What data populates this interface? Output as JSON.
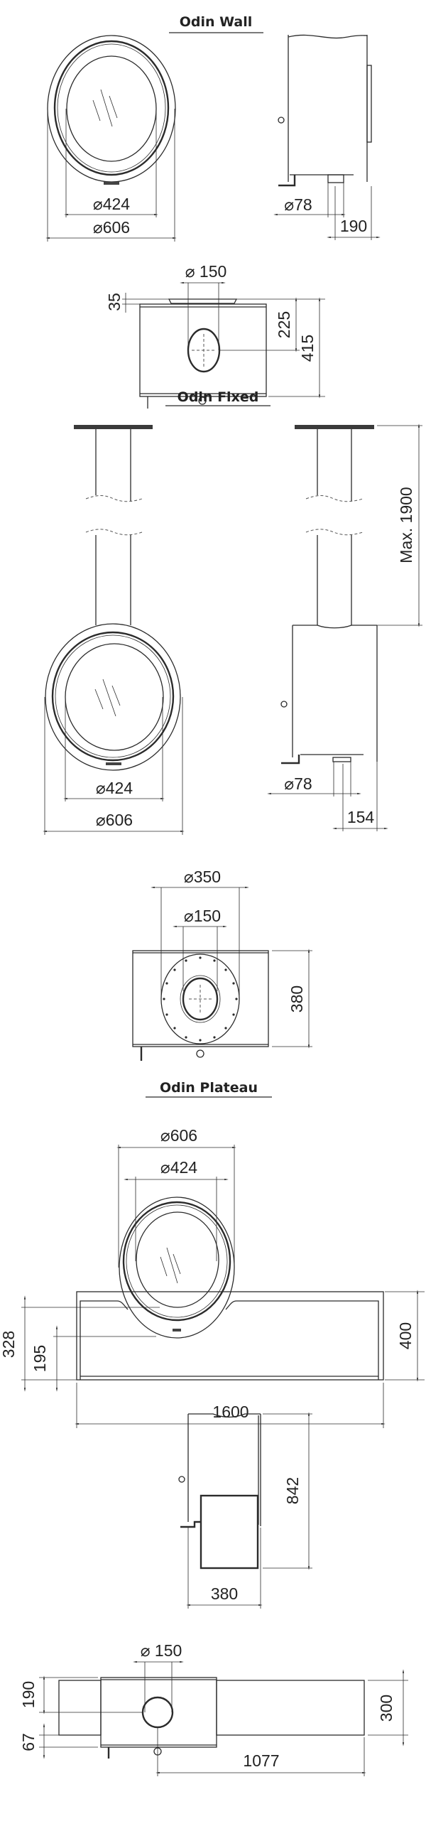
{
  "sections": {
    "wall": {
      "title": "Odin Wall",
      "dims": {
        "glass_diameter": "⌀424",
        "outer_diameter": "⌀606",
        "flue_stub": "⌀78",
        "depth": "190",
        "flue_top": "⌀ 150",
        "collar": "35",
        "flue_offset": "225",
        "body_depth": "415"
      }
    },
    "fixed": {
      "title": "Odin Fixed",
      "dims": {
        "max_height": "Max. 1900",
        "glass_diameter": "⌀424",
        "outer_diameter": "⌀606",
        "flue_stub": "⌀78",
        "offset": "154",
        "plate_diameter": "⌀350",
        "flue_top": "⌀150",
        "body_depth": "380"
      }
    },
    "plateau": {
      "title": "Odin Plateau",
      "dims": {
        "outer_diameter": "⌀606",
        "glass_diameter": "⌀424",
        "height_total": "328",
        "height_glass": "195",
        "base_height": "400",
        "base_width": "1600",
        "side_height": "842",
        "side_depth": "380",
        "flue_top": "⌀ 150",
        "flue_y": "190",
        "front_offset": "67",
        "base_depth": "300",
        "flue_to_end": "1077"
      }
    }
  }
}
